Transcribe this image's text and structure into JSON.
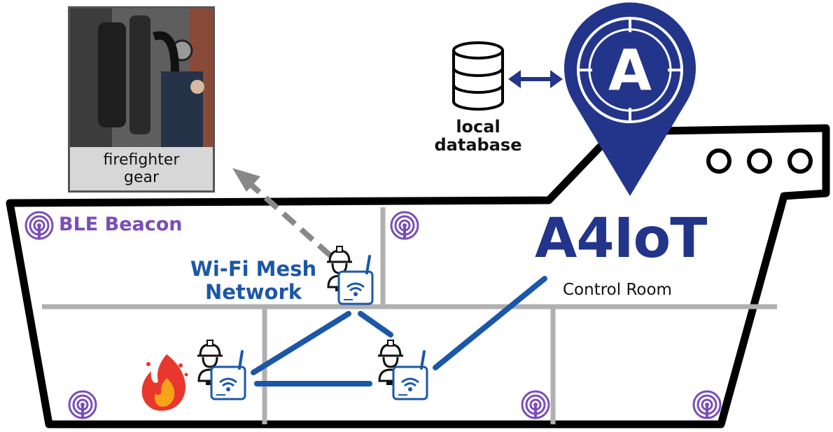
{
  "photo": {
    "caption_line1": "firefighter",
    "caption_line2": "gear"
  },
  "database": {
    "label_line1": "local",
    "label_line2": "database"
  },
  "ble_beacon": {
    "label": "BLE Beacon",
    "color": "#7a4db8"
  },
  "mesh": {
    "label_line1": "Wi-Fi Mesh",
    "label_line2": "Network",
    "color": "#1b57a8"
  },
  "brand": {
    "pin_letter": "A",
    "name": "A4IoT",
    "subtitle": "Control Room",
    "color": "#23358a"
  },
  "icons": {
    "fire": "fire-icon",
    "firefighter": "firefighter-icon",
    "router": "wifi-router-icon",
    "beacon": "ble-beacon-icon",
    "database": "database-icon",
    "location_pin": "location-pin-icon",
    "portholes": "porthole-icon"
  }
}
